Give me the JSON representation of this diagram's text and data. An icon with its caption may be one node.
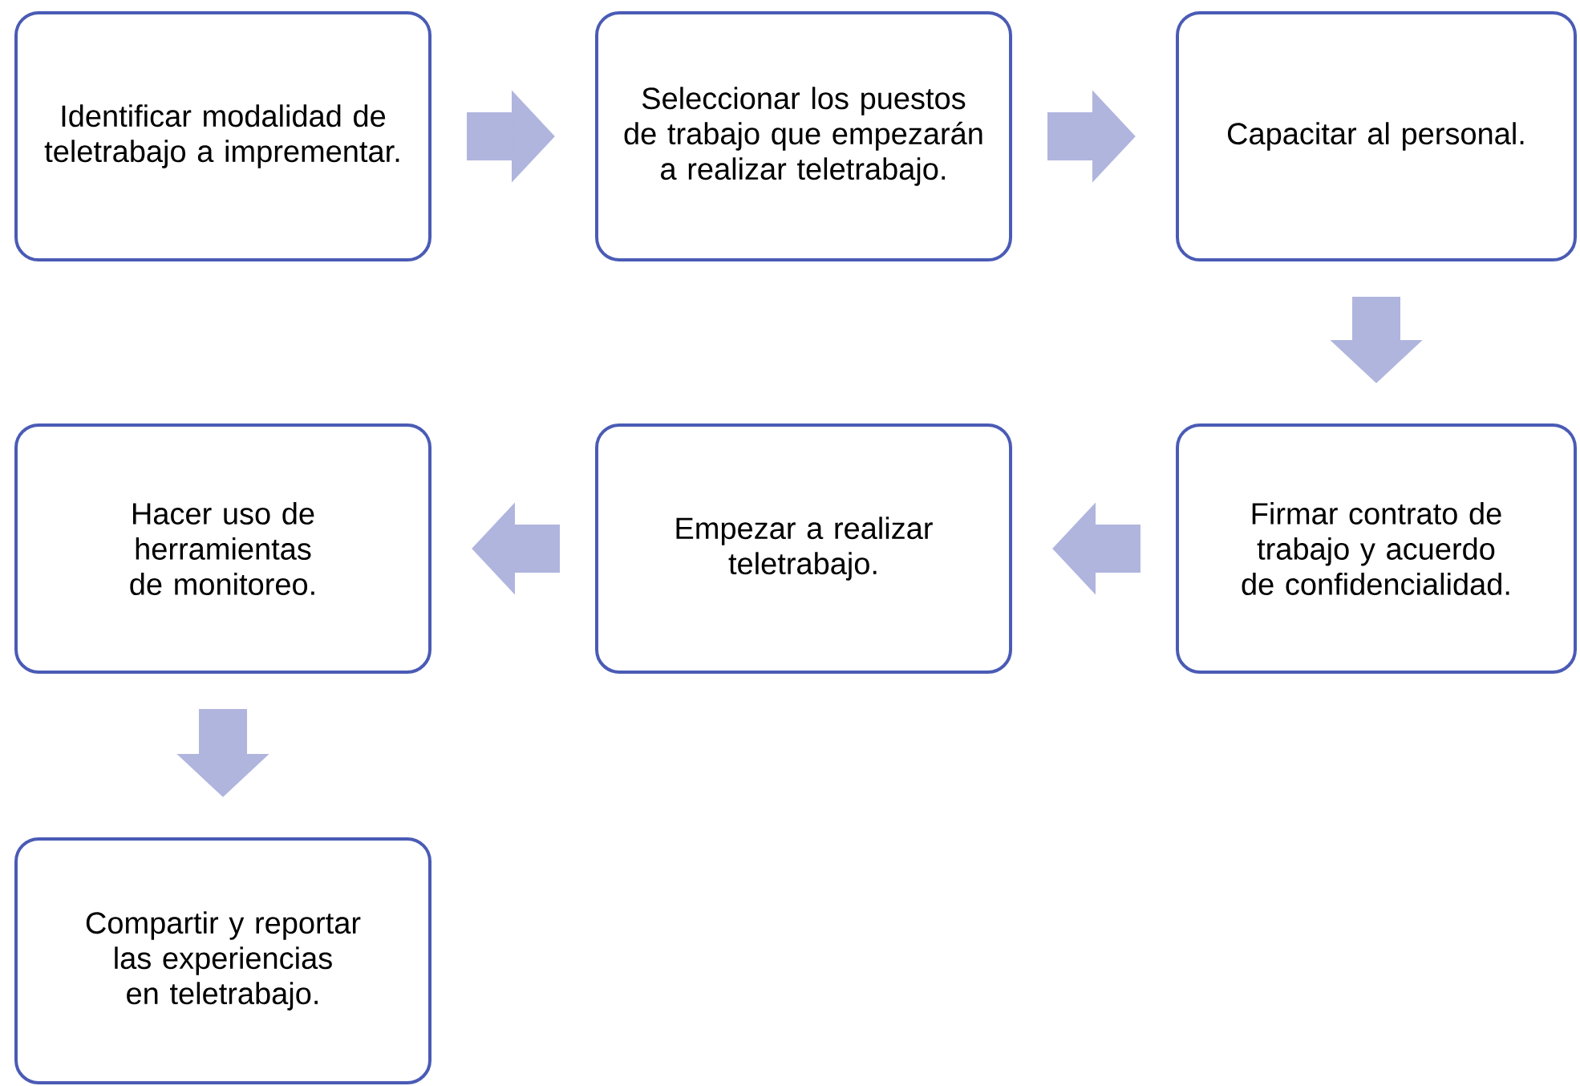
{
  "diagram": {
    "nodes": [
      {
        "text": [
          "Identificar modalidad de teletrabajo a imprementar."
        ]
      },
      {
        "text": [
          "Seleccionar los puestos de trabajo que empezarán a realizar teletrabajo."
        ]
      },
      {
        "text": [
          "Capacitar al personal."
        ]
      },
      {
        "text": [
          "Firmar contrato de trabajo y acuerdo de confidencialidad."
        ]
      },
      {
        "text": [
          "Empezar a realizar teletrabajo."
        ]
      },
      {
        "text": [
          "Hacer uso de herramientas de monitoreo."
        ]
      },
      {
        "text": [
          "Compartir y reportar las experiencias en teletrabajo."
        ]
      }
    ],
    "edges": [
      {
        "from": 0,
        "to": 1,
        "arrow": "to"
      },
      {
        "from": 1,
        "to": 2,
        "arrow": "to"
      },
      {
        "from": 2,
        "to": 3,
        "arrow": "to"
      },
      {
        "from": 3,
        "to": 4,
        "arrow": "to"
      },
      {
        "from": 4,
        "to": 5,
        "arrow": "to"
      },
      {
        "from": 5,
        "to": 6,
        "arrow": "to"
      }
    ]
  }
}
